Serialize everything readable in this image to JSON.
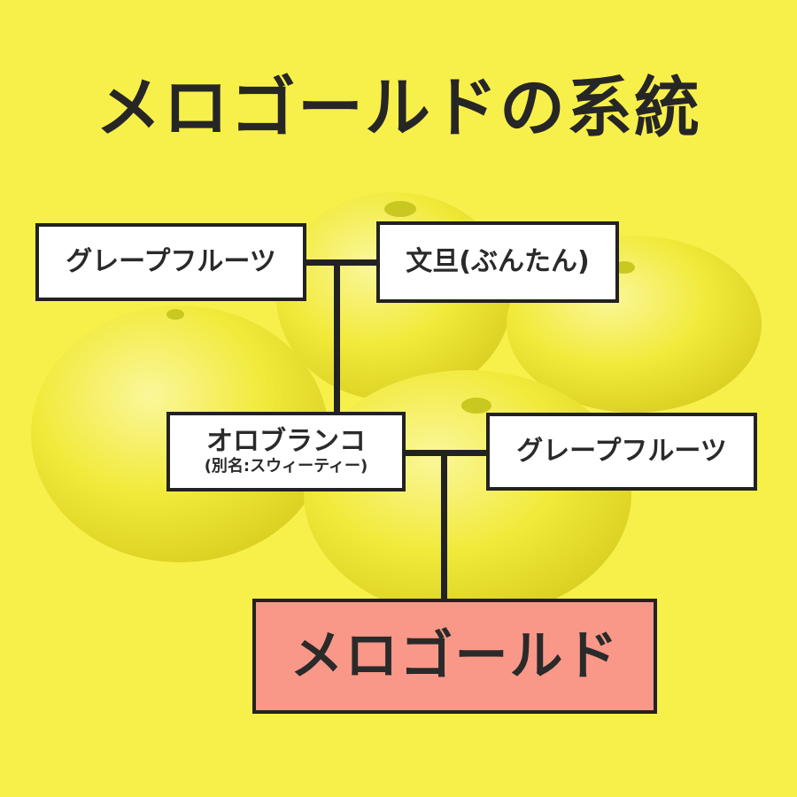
{
  "title": "メロゴールドの系統",
  "nodes": {
    "grapefruit_1": "グレープフルーツ",
    "buntan": "文旦(ぶんたん)",
    "oroblanco": "オロブランコ",
    "oroblanco_alias": "(別名:スウィーティー)",
    "grapefruit_2": "グレープフルーツ",
    "melogold": "メロゴールド"
  },
  "colors": {
    "background": "#f8f04a",
    "box": "#ffffff",
    "result_box": "#f99888",
    "line": "#222222",
    "fruit": "#f2ec3e"
  },
  "icons": [
    "grapefruit-image"
  ]
}
